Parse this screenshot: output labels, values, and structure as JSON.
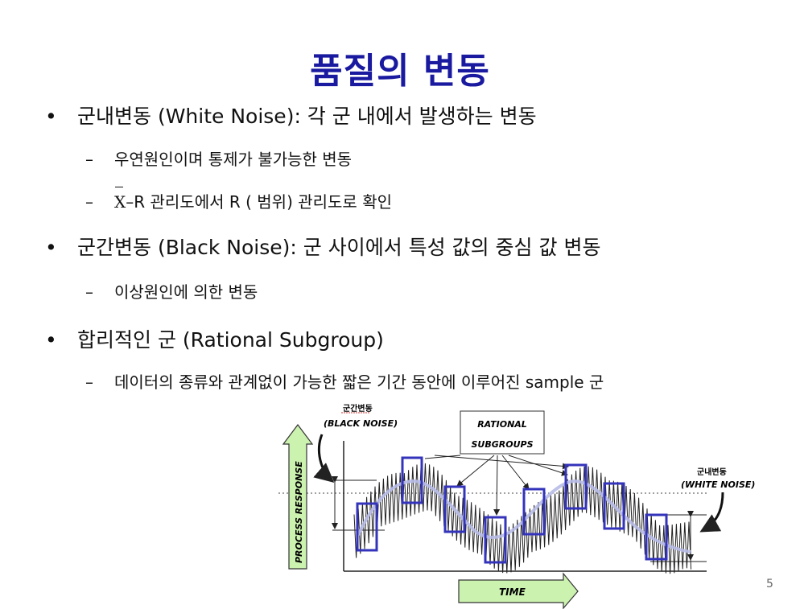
{
  "title": "품질의 변동",
  "bullets": [
    {
      "symbol": "•",
      "text": "군내변동 (White Noise): 각 군 내에서 발생하는 변동"
    },
    {
      "symbol": "•",
      "text": "군간변동 (Black Noise): 군 사이에서 특성 값의 중심 값 변동"
    },
    {
      "symbol": "•",
      "text": "합리적인 군 (Rational Subgroup)"
    }
  ],
  "subs": [
    {
      "dash": "–",
      "text": "우연원인이며 통제가 불가능한 변동"
    },
    {
      "dash": "–",
      "xbar": "X",
      "text_after": "–R 관리도에서 R ( 범위) 관리도로 확인"
    },
    {
      "dash": "–",
      "text": "이상원인에 의한 변동"
    },
    {
      "dash": "–",
      "text": "데이터의 종류와 관계없이 가능한 짧은 기간 동안에 이루어진 sample 군"
    }
  ],
  "diagram": {
    "black_noise_kr": "군간변동",
    "black_noise_en": "(BLACK NOISE)",
    "rational_line1": "RATIONAL",
    "rational_line2": "SUBGROUPS",
    "white_noise_kr": "군내변동",
    "white_noise_en": "(WHITE NOISE)",
    "y_axis_label": "PROCESS RESPONSE",
    "x_axis_label": "TIME"
  },
  "page_number": "5",
  "colors": {
    "title": "#1a1aa0",
    "subgroup_box": "#3333bb",
    "trend": "#b8bce8",
    "arrow_fill": "#ccf2b0"
  }
}
